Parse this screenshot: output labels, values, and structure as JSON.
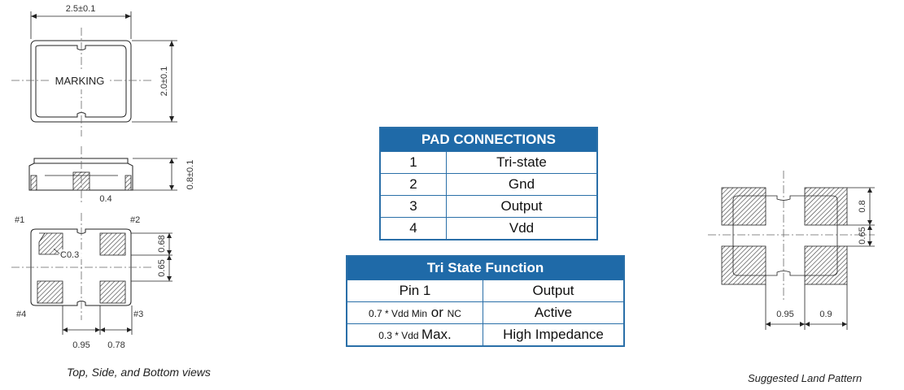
{
  "dimensions": {
    "width_top": "2.5±0.1",
    "height_top": "2.0±0.1",
    "thickness": "0.8±0.1",
    "pad_offset": "0.4",
    "pad_height_a": "0.68",
    "pad_height_b": "0.65",
    "pad_spacing_x": "0.95",
    "pad_width_x": "0.78",
    "chamfer": "C0.3",
    "marking": "MARKING"
  },
  "pins": [
    "#1",
    "#2",
    "#3",
    "#4"
  ],
  "land_pattern": {
    "pad_height": "0.8",
    "pad_gap": "0.65",
    "pitch_x": "0.95",
    "pad_width": "0.9"
  },
  "pad_connections": {
    "title": "PAD CONNECTIONS",
    "rows": [
      {
        "pin": "1",
        "name": "Tri-state"
      },
      {
        "pin": "2",
        "name": "Gnd"
      },
      {
        "pin": "3",
        "name": "Output"
      },
      {
        "pin": "4",
        "name": "Vdd"
      }
    ]
  },
  "tri_state": {
    "title": "Tri State Function",
    "header": {
      "left": "Pin 1",
      "right": "Output"
    },
    "row1": {
      "lead": "0.7 * Vdd ",
      "min": "Min",
      "or": " or ",
      "nc": "NC",
      "right": "Active"
    },
    "row2": {
      "lead": "0.3 * Vdd ",
      "max": "Max.",
      "right": "High Impedance"
    }
  },
  "captions": {
    "left": "Top, Side, and  Bottom  views",
    "right": "Suggested Land Pattern"
  }
}
